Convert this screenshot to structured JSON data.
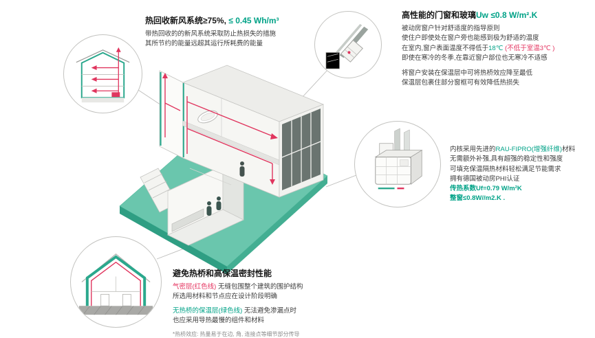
{
  "colors": {
    "accent_green": "#00a287",
    "accent_red": "#e4335f",
    "ground_teal": "#6ac6ad"
  },
  "ventilation": {
    "title": "热回收新风系统≥75%, ",
    "title_value": "≤ 0.45 Wh/m³",
    "body": [
      "带热回收的的新风系统采取防止热损失的措施",
      "其所节约的能量远超其运行所耗费的能量"
    ]
  },
  "windows": {
    "title": "高性能的门窗和玻璃",
    "title_value": "Uw ≤0.8 W/m².K",
    "line1": "被动房窗户针对舒适度的指导原则",
    "line2": "使住户即使处在窗户旁也能感到极为舒适的温度",
    "line3_pre": "在室内,窗户表面温度不得低于",
    "line3_temp": "18℃",
    "line3_note": " (不低于室温3℃ )",
    "line4": "即使在寒冷的冬季,在靠近窗户部位也无寒冷不适感",
    "line5": "将窗户安装在保温层中可将热桥效应降至最低",
    "line6": "保温层包裹住部分窗框可有效降低热损失"
  },
  "profile": {
    "line1_pre": "内核采用先进的",
    "line1_highlight": "RAU-FIPRO(增强纤维)",
    "line1_post": "材料",
    "line2": "无需额外补强,具有超强的稳定性和强度",
    "line3": "可填充保温隔热材料轻松满足节能需求",
    "line4": "拥有德国被动房PHI认证",
    "value1": "传热系数Uf=0.79 W/m²K",
    "value2": "整窗≤0.8W//m2.K ."
  },
  "thermal": {
    "title": "避免热桥和高保温密封性能",
    "airtight_label": "气密层(红色线)",
    "line1_rest": " 无缝包围整个建筑的围护结构",
    "line2": "所选用材料和节点应在设计阶段明确",
    "insulation_label": "无热桥的保温层(绿色线)",
    "line3_rest": " 无法避免渗漏点时",
    "line4": "也应采用导热最慢的组件和材料",
    "footnote": "*热桥效应: 热量易于在边, 角, 连接点等细节部分传导"
  }
}
